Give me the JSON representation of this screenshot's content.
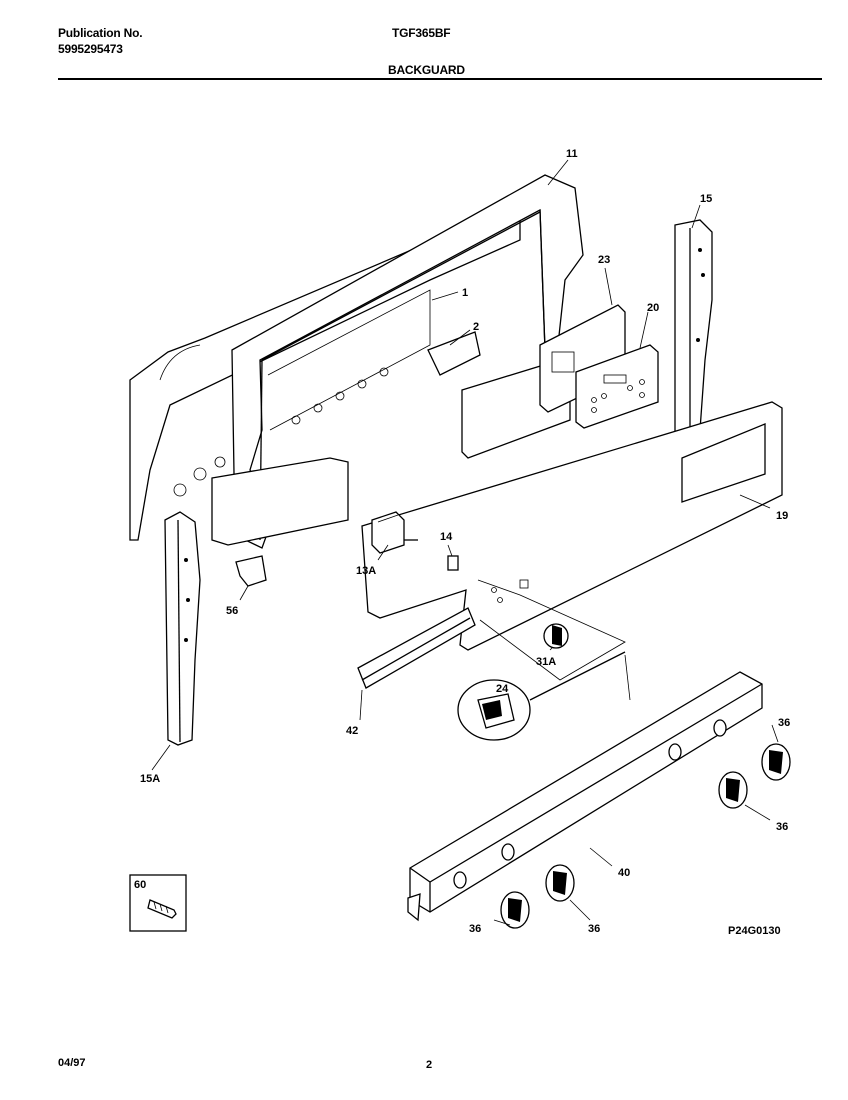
{
  "header": {
    "publication_label": "Publication No.",
    "publication_number": "5995295473",
    "model": "TGF365BF",
    "section": "BACKGUARD"
  },
  "diagram": {
    "code": "P24G0130",
    "callouts": {
      "c1": "1",
      "c2": "2",
      "c11": "11",
      "c13a": "13A",
      "c14": "14",
      "c15": "15",
      "c15a": "15A",
      "c19": "19",
      "c20": "20",
      "c23": "23",
      "c24": "24",
      "c31a": "31A",
      "c36a": "36",
      "c36b": "36",
      "c36c": "36",
      "c36d": "36",
      "c40": "40",
      "c42": "42",
      "c56": "56",
      "c60": "60"
    }
  },
  "footer": {
    "date": "04/97",
    "page": "2"
  }
}
